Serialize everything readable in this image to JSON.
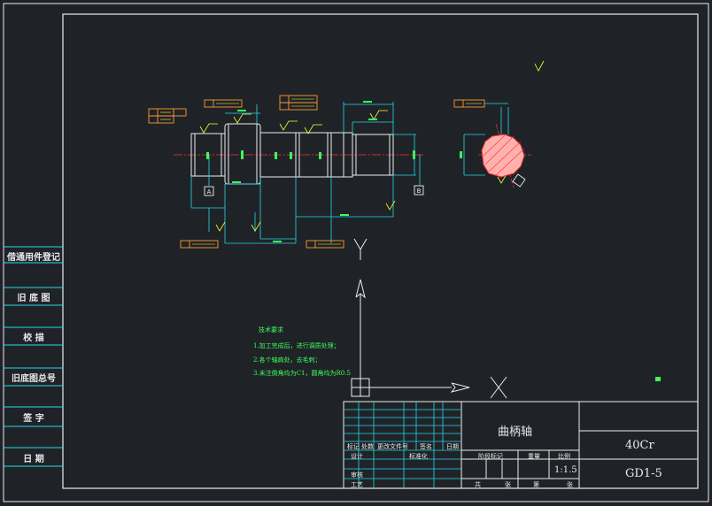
{
  "side_panel": [
    {
      "key": "tongyong",
      "label": "借通用件登记"
    },
    {
      "key": "jiutu",
      "label": "旧 底 图"
    },
    {
      "key": "jiaoyan",
      "label": "校 描"
    },
    {
      "key": "jiutu_no",
      "label": "旧底图总号"
    },
    {
      "key": "qianzi",
      "label": "签 字"
    },
    {
      "key": "riqi",
      "label": "日 期"
    }
  ],
  "notes": {
    "title": "技术要求",
    "lines": [
      "1.加工完成后，进行调质处理；",
      "2.各个轴肩处，去毛刺；",
      "3.未注倒角均为C1，圆角均为R0.5"
    ]
  },
  "title_block": {
    "part_name": "曲柄轴",
    "material": "40Cr",
    "drawing_no": "GD1-5",
    "scale": "1:1.5",
    "row_labels": [
      "标记",
      "处数",
      "更改文件号",
      "签名",
      "日期"
    ],
    "sign_labels": [
      "设计",
      "审核",
      "工艺"
    ],
    "col_labels": [
      "阶段标记",
      "重量",
      "比例"
    ],
    "std_label": "标准化",
    "bottom_labels": [
      "共",
      "张",
      "第",
      "张"
    ]
  },
  "markers": {
    "datum_a": "A",
    "datum_b": "B"
  },
  "colors": {
    "border": "#ffffff",
    "cyan": "#25d9e6",
    "green": "#3cff5a",
    "red": "#ff3030",
    "yellow": "#ffff33",
    "orange": "#ff9a2e",
    "white": "#ececec",
    "background": "#1f2328"
  }
}
